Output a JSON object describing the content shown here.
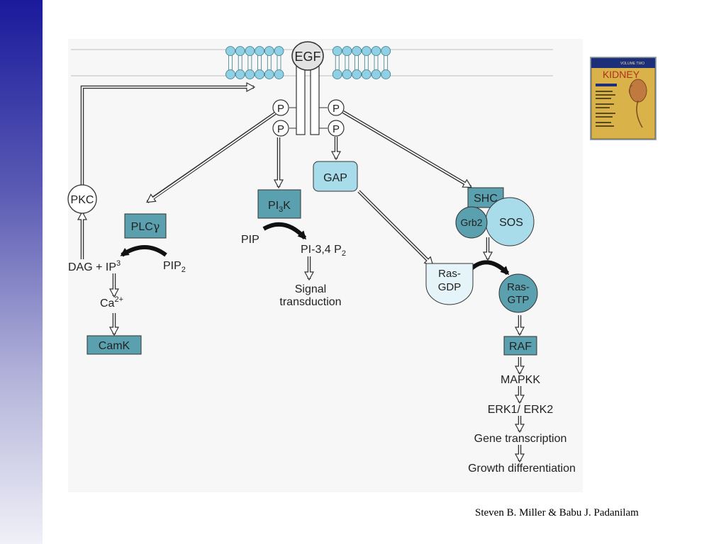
{
  "credit": "Steven B. Miller & Babu J. Padanilam",
  "book_cover": {
    "title": "KIDNEY",
    "top_text": "VOLUME TWO"
  },
  "nodes": {
    "egf": "EGF",
    "p": "P",
    "pkc": "PKC",
    "plc_main": "PLC",
    "plc_sym": "γ",
    "pi3k_a": "PI",
    "pi3k_sub": "3",
    "pi3k_b": "K",
    "gap": "GAP",
    "shc": "SHC",
    "grb2": "Grb2",
    "sos": "SOS",
    "ras_gdp_1": "Ras-",
    "ras_gdp_2": "GDP",
    "ras_gtp_1": "Ras-",
    "ras_gtp_2": "GTP",
    "raf": "RAF",
    "camk": "CamK"
  },
  "labels": {
    "dag_ip3": "DAG + IP",
    "ip3_sup": "3",
    "pip2": "PIP",
    "pip2_sub": "2",
    "ca_main": "Ca",
    "ca_sup": "2+",
    "pip": "PIP",
    "pi34p2": "PI-3,4 P",
    "pi34p2_sub": "2",
    "signal": "Signal",
    "transduction": "transduction",
    "mapkk": "MAPKK",
    "erk": "ERK1/ ERK2",
    "gene": "Gene transcription",
    "growth": "Growth differentiation"
  },
  "colors": {
    "slide_bg": "#ffffff",
    "figure_bg": "#f7f7f7",
    "sidebar_top": "#1a1a9c",
    "teal_box": "#5aa0ae",
    "light_blue": "#a8dcea",
    "circle_bg": "#ffffff",
    "book_yellow": "#d9b24a",
    "book_blue": "#1e2f7a"
  }
}
